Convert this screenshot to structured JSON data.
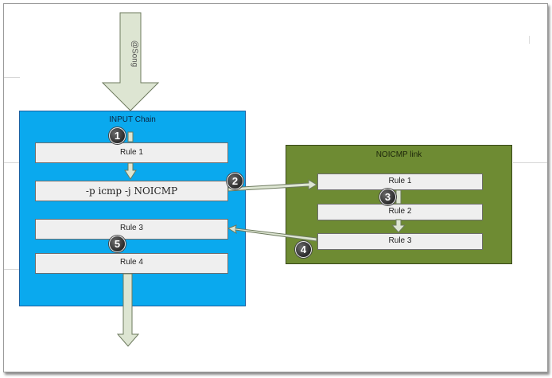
{
  "watermark": "@Song",
  "input_chain": {
    "title": "INPUT Chain",
    "rules": [
      "Rule 1",
      "-p icmp -j NOICMP",
      "Rule 3",
      "Rule 4"
    ]
  },
  "noicmp_link": {
    "title": "NOICMP link",
    "rules": [
      "Rule 1",
      "Rule 2",
      "Rule 3"
    ]
  },
  "steps": [
    "1",
    "2",
    "3",
    "4",
    "5"
  ],
  "colors": {
    "input_chain_fill": "#0aa9ee",
    "noicmp_link_fill": "#6e8b33",
    "arrow_fill": "#dde5d2",
    "rule_fill": "#efefef"
  }
}
